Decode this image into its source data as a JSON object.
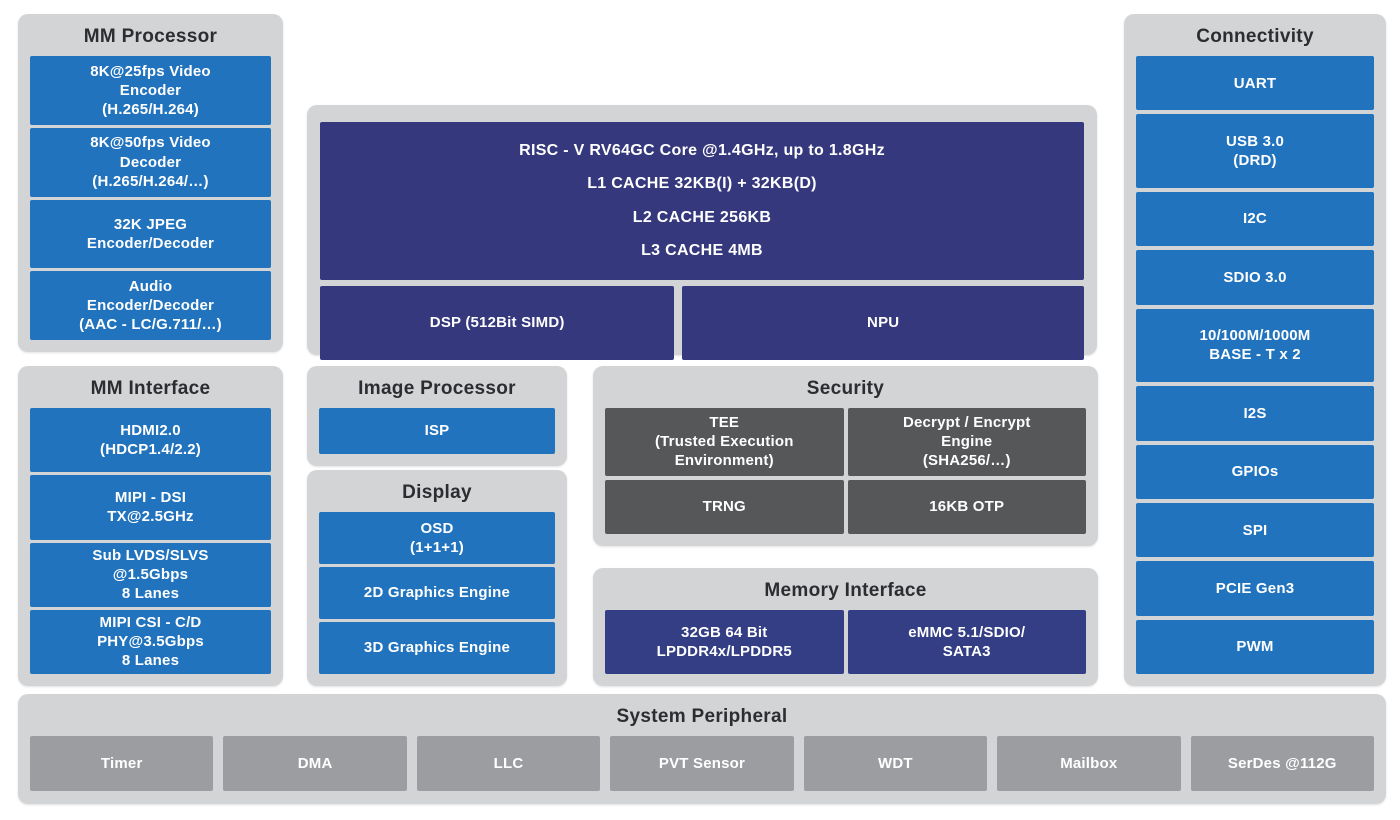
{
  "palette": {
    "page_bg": "#ffffff",
    "panel_bg": "#d3d4d6",
    "blue_cell": "#2173bd",
    "navy_cell": "#35387c",
    "navy_memory_cell": "#333e85",
    "dark_gray_cell": "#565759",
    "mid_gray_cell": "#9b9da0",
    "title_text": "#2b2d30",
    "cell_text": "#ffffff"
  },
  "panels": {
    "mm_processor": {
      "title": "MM Processor",
      "cells": [
        "8K@25fps Video\nEncoder\n(H.265/H.264)",
        "8K@50fps Video\nDecoder\n(H.265/H.264/…)",
        "32K JPEG\nEncoder/Decoder",
        "Audio\nEncoder/Decoder\n(AAC - LC/G.711/…)"
      ]
    },
    "mm_interface": {
      "title": "MM Interface",
      "cells": [
        "HDMI2.0\n(HDCP1.4/2.2)",
        "MIPI - DSI\nTX@2.5GHz",
        "Sub LVDS/SLVS\n@1.5Gbps\n8 Lanes",
        "MIPI CSI - C/D\nPHY@3.5Gbps\n8 Lanes"
      ]
    },
    "cpu": {
      "lines": [
        "RISC - V RV64GC Core @1.4GHz, up to 1.8GHz",
        "L1 CACHE 32KB(I) + 32KB(D)",
        "L2 CACHE 256KB",
        "L3 CACHE 4MB"
      ],
      "dsp": "DSP (512Bit SIMD)",
      "npu": "NPU"
    },
    "image_processor": {
      "title": "Image Processor",
      "cells": [
        "ISP"
      ]
    },
    "display": {
      "title": "Display",
      "cells": [
        "OSD\n(1+1+1)",
        "2D Graphics Engine",
        "3D Graphics Engine"
      ]
    },
    "security": {
      "title": "Security",
      "cells": [
        "TEE\n(Trusted Execution\nEnvironment)",
        "Decrypt / Encrypt\nEngine\n(SHA256/…)",
        "TRNG",
        "16KB OTP"
      ]
    },
    "memory_interface": {
      "title": "Memory Interface",
      "cells": [
        "32GB 64 Bit\nLPDDR4x/LPDDR5",
        "eMMC 5.1/SDIO/\nSATA3"
      ]
    },
    "connectivity": {
      "title": "Connectivity",
      "cells": [
        "UART",
        "USB 3.0\n(DRD)",
        "I2C",
        "SDIO 3.0",
        "10/100M/1000M\nBASE - T x 2",
        "I2S",
        "GPIOs",
        "SPI",
        "PCIE Gen3",
        "PWM"
      ]
    },
    "system_peripheral": {
      "title": "System Peripheral",
      "cells": [
        "Timer",
        "DMA",
        "LLC",
        "PVT Sensor",
        "WDT",
        "Mailbox",
        "SerDes @112G"
      ]
    }
  }
}
